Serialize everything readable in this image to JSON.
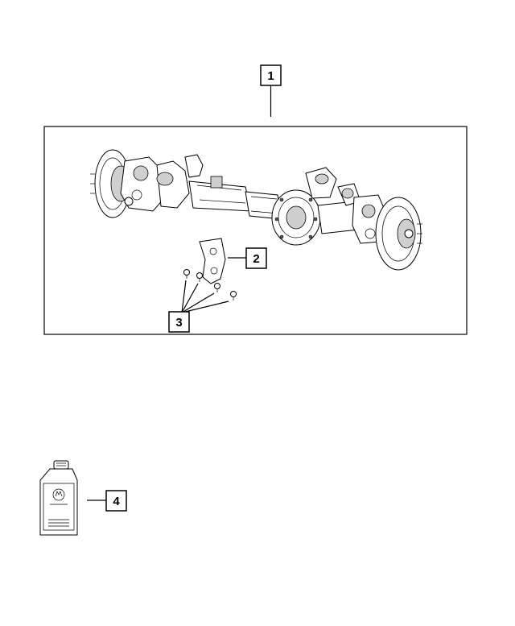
{
  "callouts": {
    "c1": "1",
    "c2": "2",
    "c3": "3",
    "c4": "4"
  },
  "icons": {
    "axle": "front-axle-assembly-icon",
    "bracket": "mounting-bracket-icon",
    "bolts": "bolt-icon",
    "bottle": "fluid-bottle-icon"
  }
}
